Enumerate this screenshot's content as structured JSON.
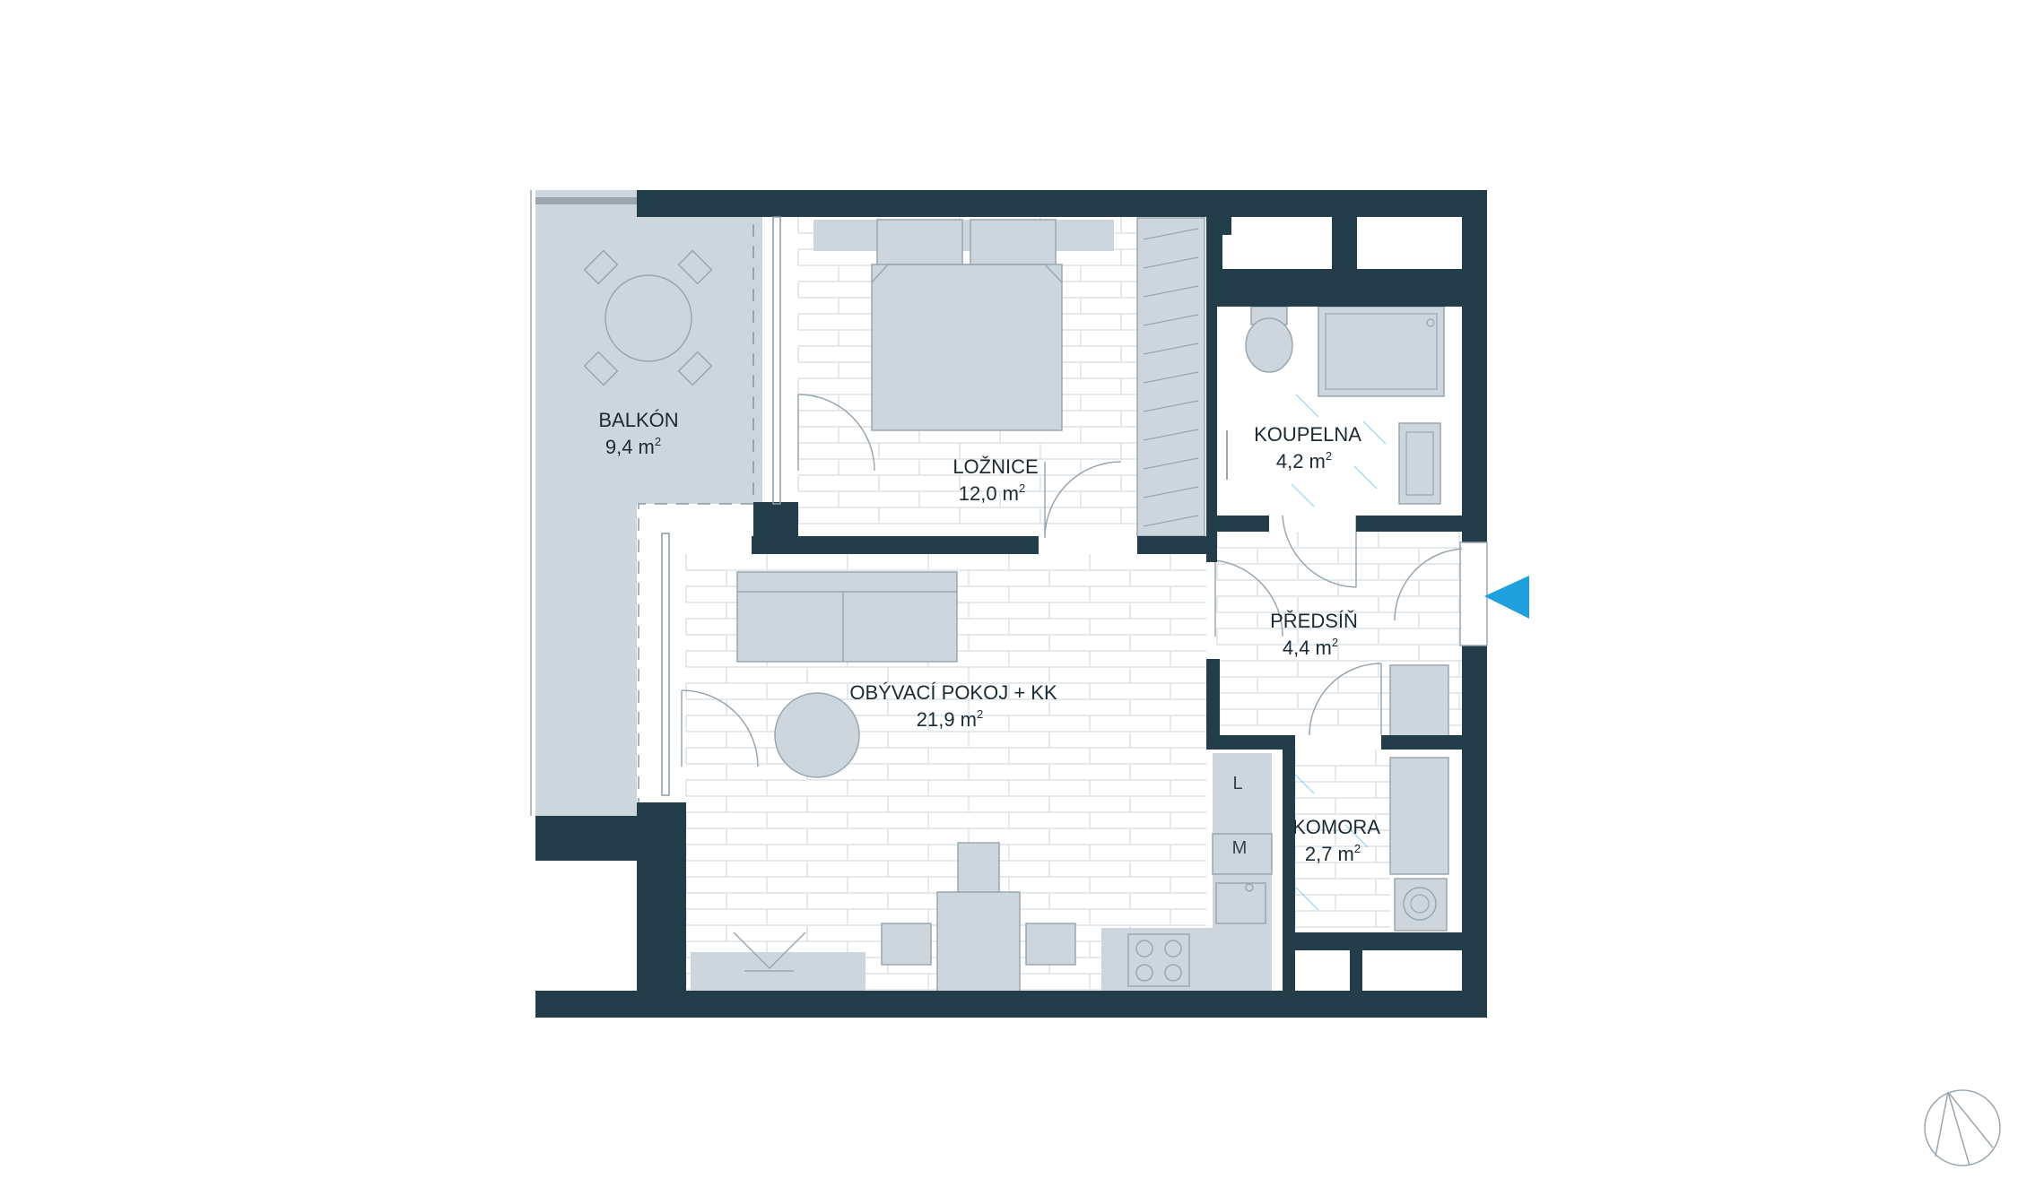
{
  "colors": {
    "wall": "#243d4b",
    "furniture": "#cdd6dd",
    "furniture_stroke": "#9aa7b0",
    "entrance_arrow": "#1ea0dc",
    "floor_line": "#e6e9ec"
  },
  "rooms": {
    "balkon": {
      "name": "BALKÓN",
      "area": "9,4 m",
      "unit_sup": "2"
    },
    "loznice": {
      "name": "LOŽNICE",
      "area": "12,0 m",
      "unit_sup": "2"
    },
    "koupelna": {
      "name": "KOUPELNA",
      "area": "4,2 m",
      "unit_sup": "2"
    },
    "predsin": {
      "name": "PŘEDSÍŇ",
      "area": "4,4 m",
      "unit_sup": "2"
    },
    "obyvaci": {
      "name": "OBÝVACÍ POKOJ + KK",
      "area": "21,9 m",
      "unit_sup": "2"
    },
    "komora": {
      "name": "KOMORA",
      "area": "2,7 m",
      "unit_sup": "2"
    }
  },
  "appliances": {
    "fridge_label": "L",
    "microwave_label": "M"
  },
  "icons": {
    "entrance": "entrance-arrow-icon",
    "north": "north-compass-icon"
  }
}
